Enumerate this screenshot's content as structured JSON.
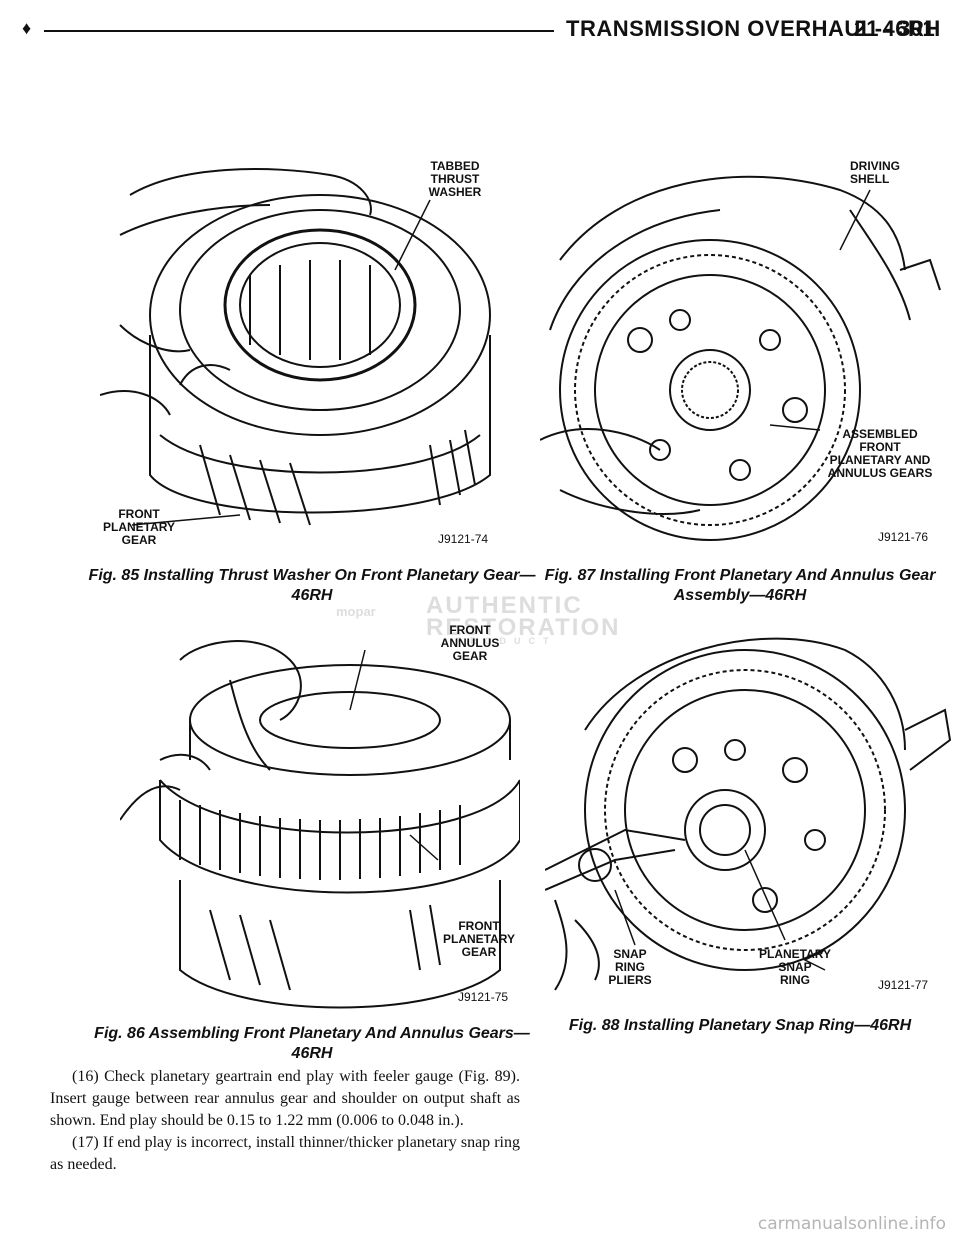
{
  "header": {
    "diamond": "♦",
    "title": "TRANSMISSION OVERHAUL-46RH",
    "page": "21 - 301"
  },
  "figures": {
    "fig85": {
      "callout_washer": "TABBED\nTHRUST\nWASHER",
      "callout_gear": "FRONT\nPLANETARY\nGEAR",
      "code": "J9121-74",
      "caption": "Fig. 85 Installing Thrust Washer On Front Planetary\nGear—46RH"
    },
    "fig86": {
      "callout_annulus": "FRONT\nANNULUS\nGEAR",
      "callout_gear": "FRONT\nPLANETARY\nGEAR",
      "code": "J9121-75",
      "caption": "Fig. 86 Assembling Front Planetary And Annulus\nGears—46RH"
    },
    "fig87": {
      "callout_shell": "DRIVING\nSHELL",
      "callout_assembled": "ASSEMBLED\nFRONT\nPLANETARY AND\nANNULUS GEARS",
      "code": "J9121-76",
      "caption": "Fig. 87 Installing Front Planetary And Annulus Gear\nAssembly—46RH"
    },
    "fig88": {
      "callout_pliers": "SNAP\nRING\nPLIERS",
      "callout_ring": "PLANETARY\nSNAP\nRING",
      "code": "J9121-77",
      "caption": "Fig. 88 Installing Planetary Snap Ring—46RH"
    }
  },
  "body": {
    "para16": "(16) Check planetary geartrain end play with feeler gauge (Fig. 89). Insert gauge between rear annulus gear and shoulder on output shaft as shown. End play should be 0.15 to 1.22 mm (0.006 to 0.048 in.).",
    "para17": "(17) If end play is incorrect, install thinner/thicker planetary snap ring as needed."
  },
  "watermark": {
    "line1": "AUTHENTIC",
    "line2": "RESTORATION",
    "line3": "PRODUCT",
    "badge": "mopar"
  },
  "footer": {
    "url": "carmanualsonline.info"
  }
}
